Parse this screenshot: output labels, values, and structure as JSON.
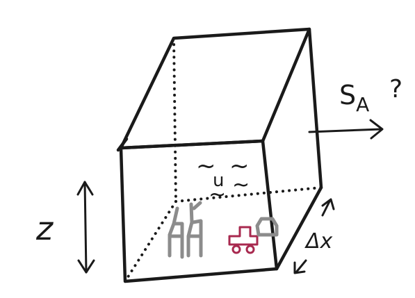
{
  "diagram": {
    "flux_label_main": "S",
    "flux_label_sub": "A",
    "flux_question": "?",
    "wind_label_top": "~",
    "wind_label_mid": "u",
    "height_label": "z",
    "width_label": "Δx"
  },
  "colors": {
    "ink": "#1a1a1a",
    "people": "#8c8c8c",
    "car": "#a8294f"
  }
}
